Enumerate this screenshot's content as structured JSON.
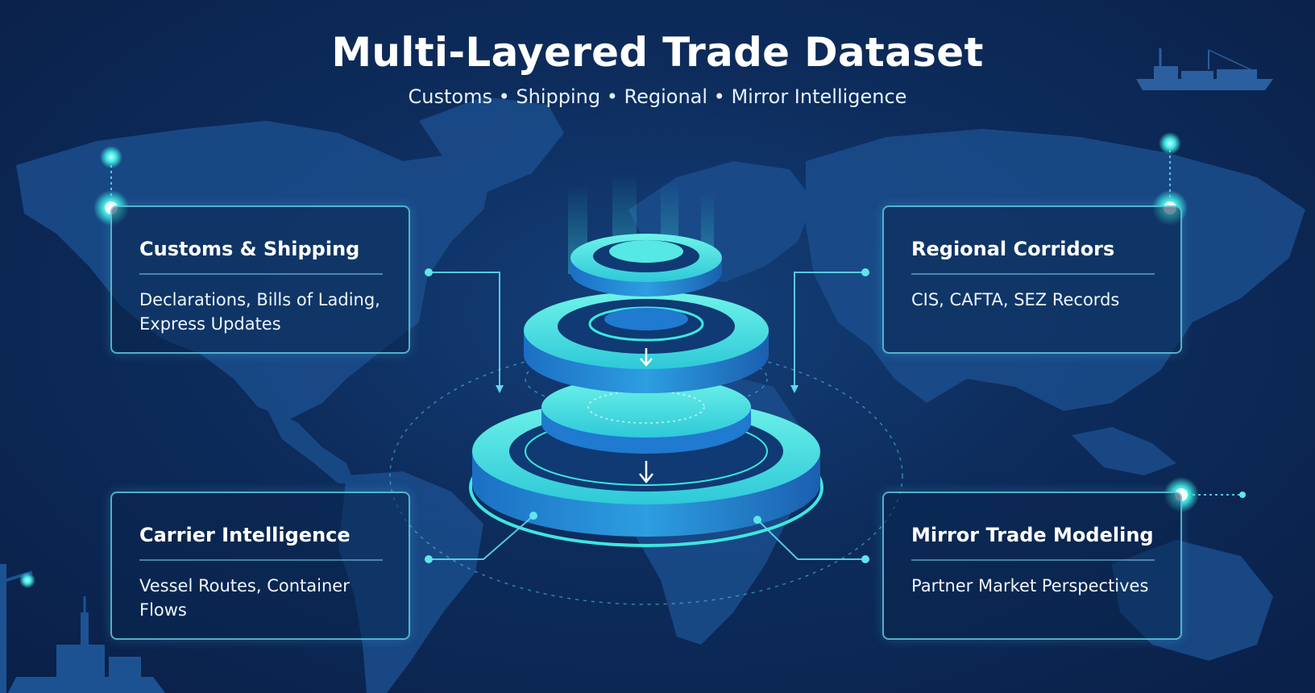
{
  "header": {
    "title": "Multi-Layered Trade Dataset",
    "subtitle": "Customs • Shipping • Regional • Mirror Intelligence"
  },
  "cards": {
    "customs_shipping": {
      "title": "Customs & Shipping",
      "description_lines": [
        "Declarations, Bills of Lading,",
        "Express Updates"
      ]
    },
    "regional_corridors": {
      "title": "Regional Corridors",
      "description_lines": [
        "CIS, CAFTA, SEZ Records"
      ]
    },
    "carrier_intelligence": {
      "title": "Carrier Intelligence",
      "description_lines": [
        "Vessel Routes, Container",
        "Flows"
      ]
    },
    "mirror_trade_modeling": {
      "title": "Mirror Trade Modeling",
      "description_lines": [
        "Partner Market Perspectives"
      ]
    }
  },
  "colors": {
    "background": "#0d2c5c",
    "map_land": "#1b4d8c",
    "accent_cyan": "#3fe6e0",
    "card_border": "#6edcf0"
  },
  "icons": [
    "layered-stack-icon",
    "cargo-ship-icon",
    "container-crane-icon",
    "world-map"
  ]
}
